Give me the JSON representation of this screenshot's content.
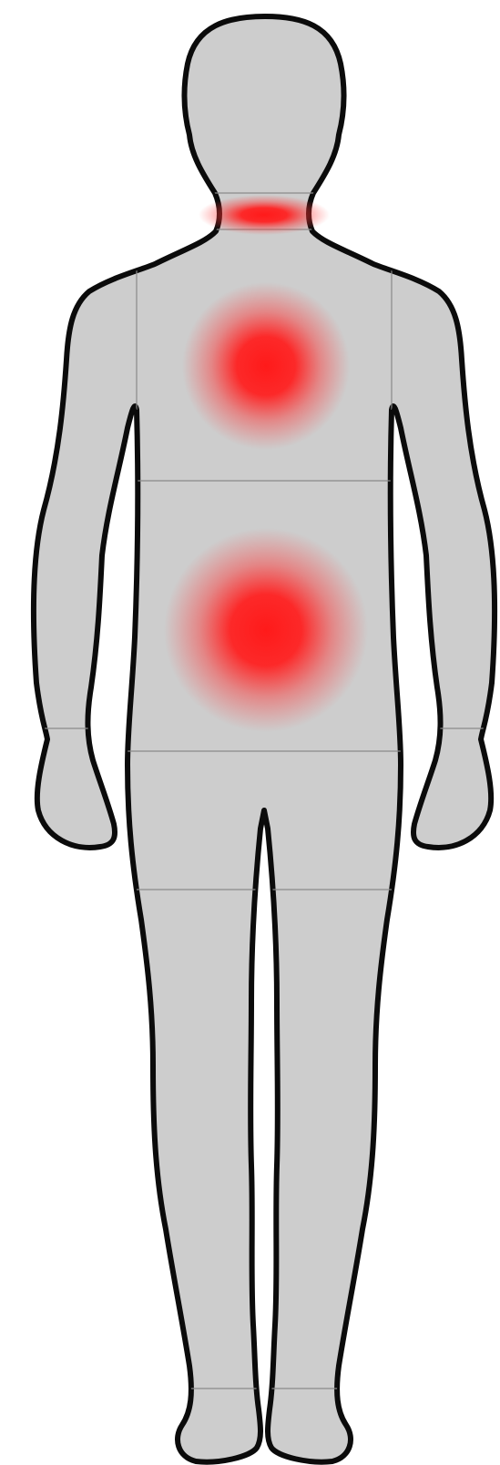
{
  "figure": {
    "body_fill": "#cdcdcd",
    "outline_color": "#0b0b0b",
    "segment_line_color": "#8a8a8a",
    "background": "#ffffff",
    "pain_color": "#ff2020"
  },
  "pain_regions": [
    {
      "region": "neck",
      "intensity": 1.0
    },
    {
      "region": "upper-back",
      "intensity": 1.0
    },
    {
      "region": "lower-back",
      "intensity": 1.0
    }
  ]
}
